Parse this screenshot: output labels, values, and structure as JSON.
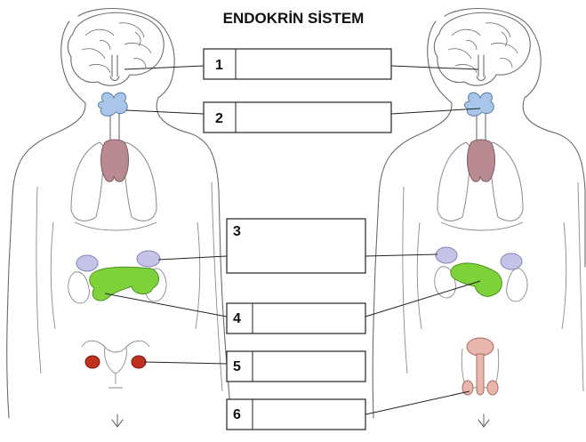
{
  "title": "ENDOKRİN SİSTEM",
  "labels": [
    "1",
    "2",
    "3",
    "4",
    "5",
    "6"
  ],
  "colors": {
    "thyroid": "#a9c6ea",
    "thymus": "#b98a92",
    "adrenal": "#c5c4e8",
    "pancreas": "#7ed23a",
    "ovary": "#c0301f",
    "testis": "#e7b6ad"
  }
}
